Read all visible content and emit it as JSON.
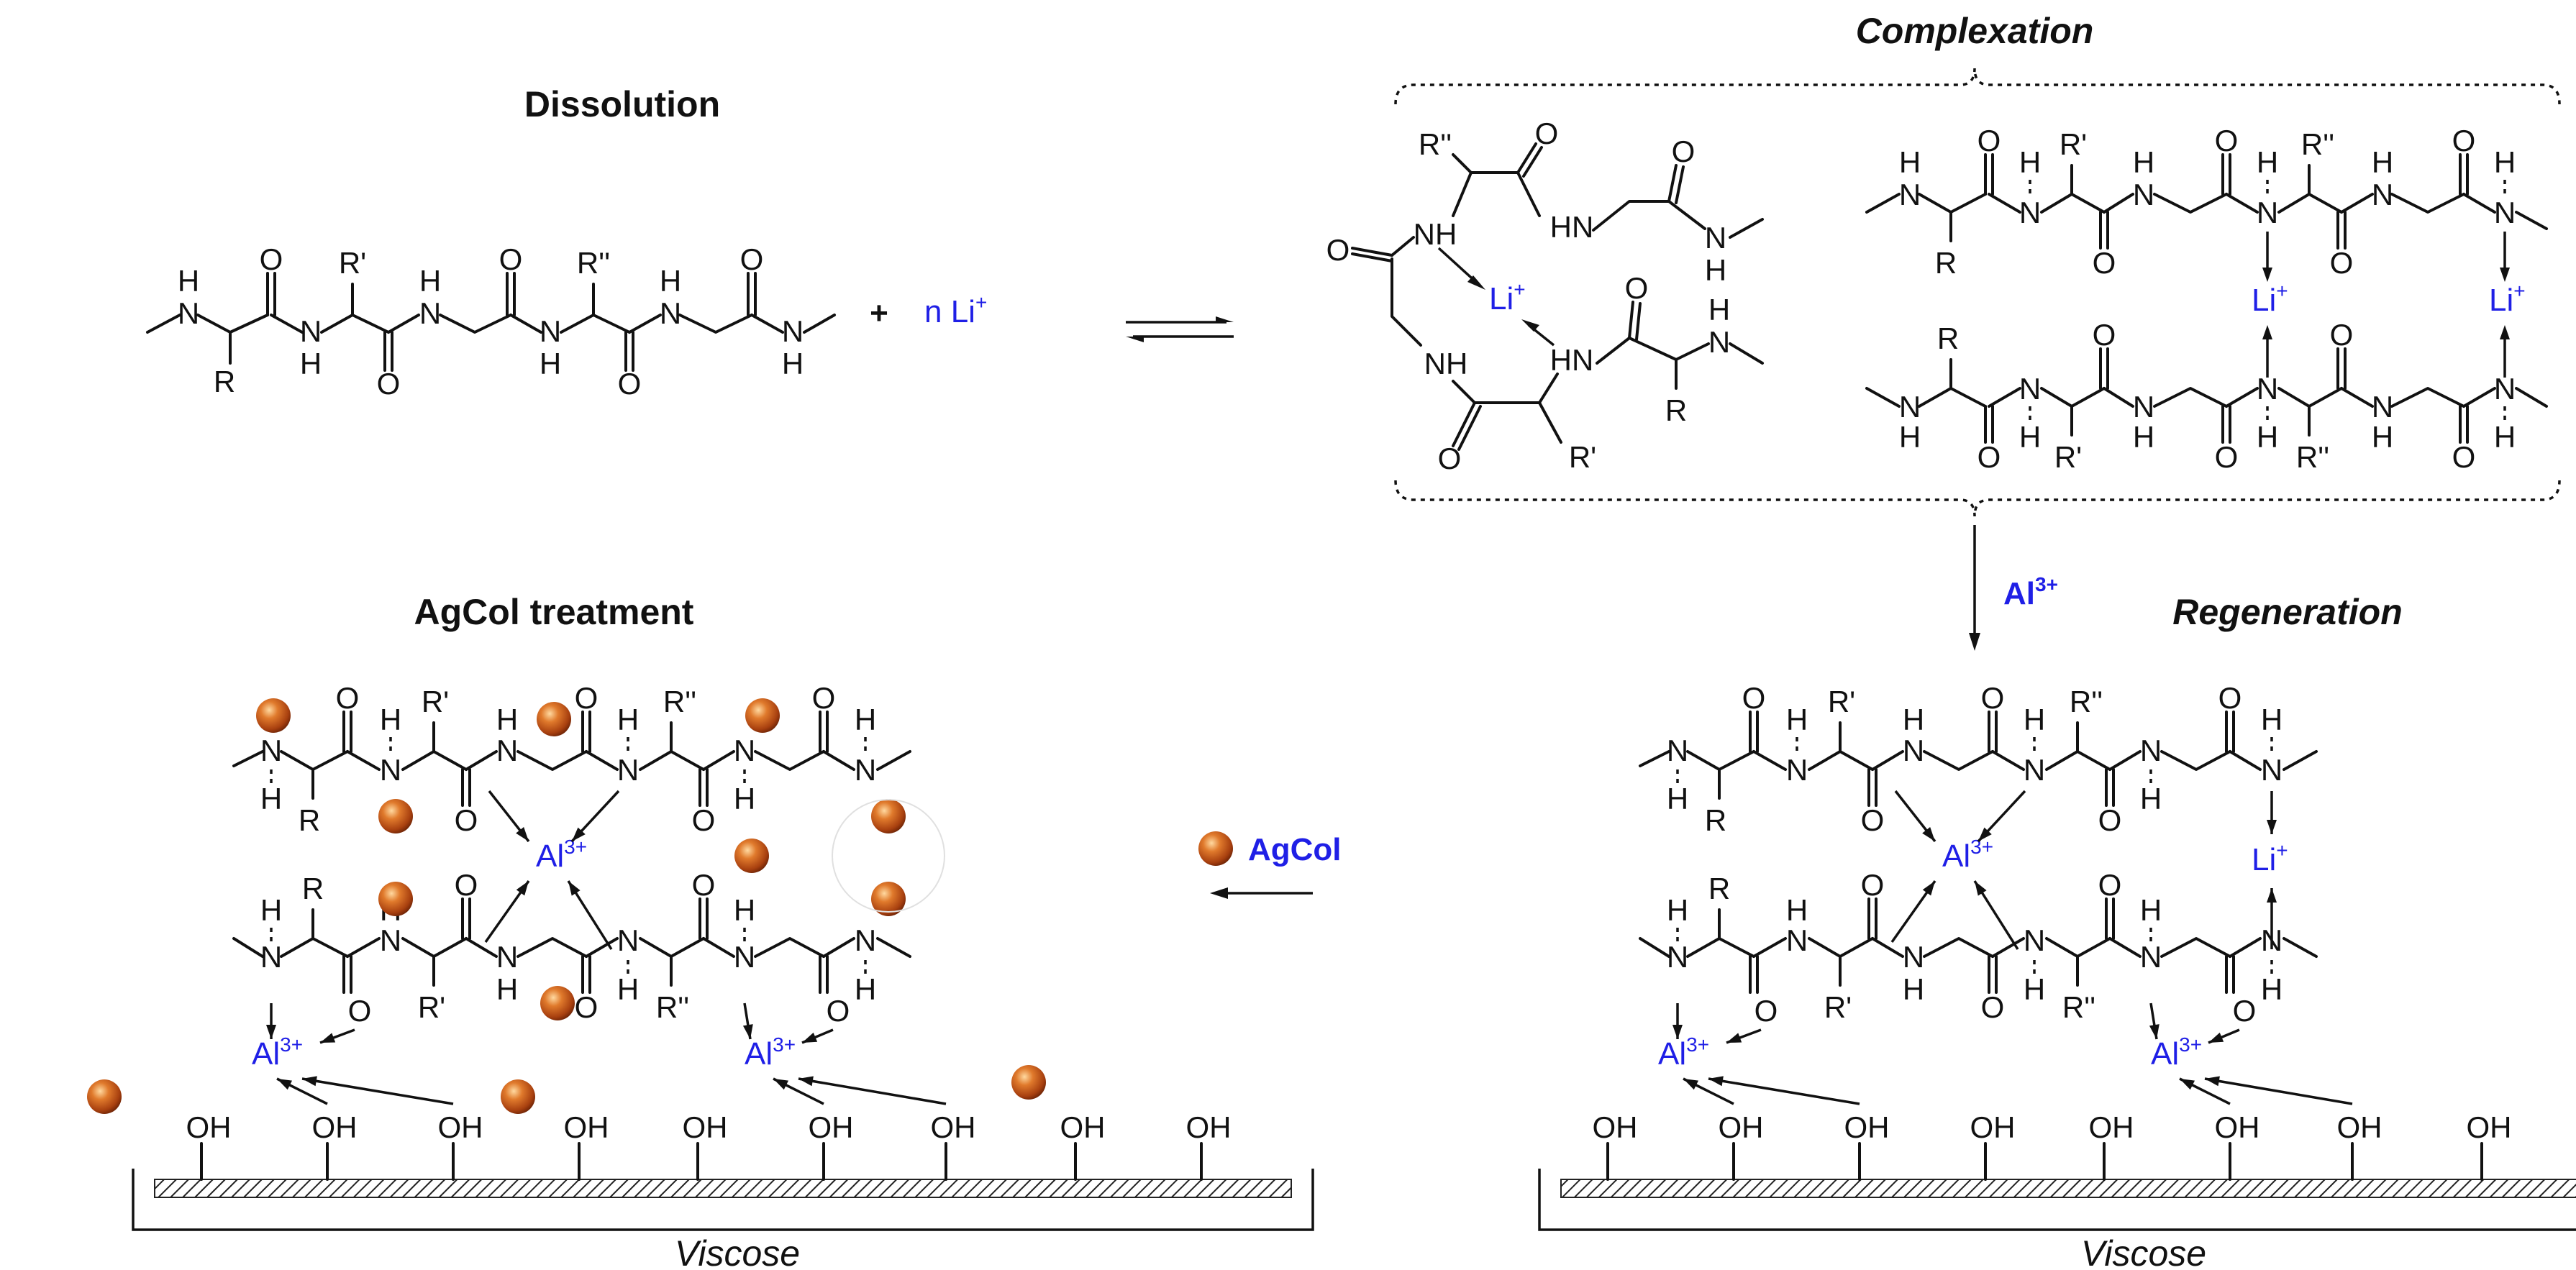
{
  "titles": {
    "dissolution": "Dissolution",
    "complexation": "Complexation",
    "agcol_treatment": "AgCol treatment",
    "regeneration": "Regeneration"
  },
  "reagents": {
    "plus": "+",
    "n_li": "n Li",
    "al3": "Al",
    "al3_sup": "3+",
    "agcol": "AgCol"
  },
  "atoms": {
    "N": "N",
    "H": "H",
    "O": "O",
    "NH": "NH",
    "HN": "HN",
    "R": "R",
    "R1": "R'",
    "R2": "R''",
    "Li": "Li",
    "Li_sup": "+",
    "Al": "Al",
    "Al_sup": "3+",
    "OH": "OH"
  },
  "substrate": {
    "label": "Viscose"
  },
  "colors": {
    "ion_blue": "#1f1fe6",
    "bond_black": "#111111",
    "particle_core": "#c8501a",
    "particle_edge": "#7a2a08",
    "hatch": "#222222"
  }
}
